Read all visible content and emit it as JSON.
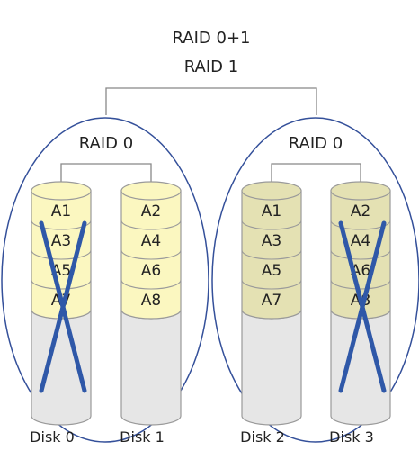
{
  "title_top": "RAID 0+1",
  "title_second": "RAID 1",
  "groups": [
    {
      "label": "RAID 0"
    },
    {
      "label": "RAID 0"
    }
  ],
  "disks": [
    {
      "label": "Disk 0",
      "blocks": [
        "A1",
        "A3",
        "A5",
        "A7"
      ],
      "failed": true
    },
    {
      "label": "Disk 1",
      "blocks": [
        "A2",
        "A4",
        "A6",
        "A8"
      ],
      "failed": false
    },
    {
      "label": "Disk 2",
      "blocks": [
        "A1",
        "A3",
        "A5",
        "A7"
      ],
      "failed": false
    },
    {
      "label": "Disk 3",
      "blocks": [
        "A2",
        "A4",
        "A6",
        "A8"
      ],
      "failed": true
    }
  ],
  "colors": {
    "ellipse": "#34509a",
    "cross": "#2f58a8",
    "connector": "#888888",
    "disk_group1": "#fbf7c0",
    "disk_group2": "#e4e1b3",
    "disk_empty": "#e6e6e6",
    "disk_outline": "#9a9a9a"
  }
}
